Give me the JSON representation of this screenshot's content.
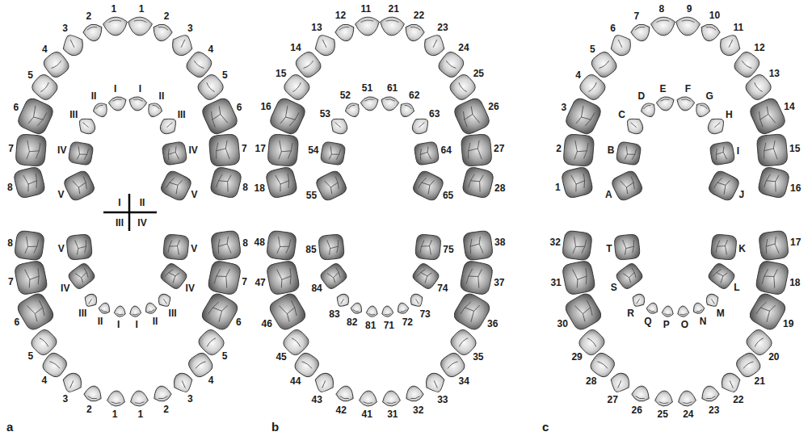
{
  "diagram": {
    "labels": [
      "1",
      "2",
      "3",
      "4",
      "5",
      "6",
      "7",
      "8",
      "1",
      "2",
      "3",
      "4",
      "5",
      "6",
      "7",
      "8",
      "I",
      "II",
      "III",
      "IV",
      "V",
      "I",
      "II",
      "III",
      "IV",
      "V",
      "1",
      "2",
      "3",
      "4",
      "5",
      "6",
      "7",
      "8",
      "1",
      "2",
      "3",
      "4",
      "5",
      "6",
      "7",
      "8",
      "I",
      "II",
      "III",
      "IV",
      "V",
      "I",
      "II",
      "III",
      "IV",
      "V",
      "I",
      "II",
      "III",
      "IV",
      "a",
      "11",
      "12",
      "13",
      "14",
      "15",
      "16",
      "17",
      "18",
      "21",
      "22",
      "23",
      "24",
      "25",
      "26",
      "27",
      "28",
      "51",
      "52",
      "53",
      "54",
      "55",
      "61",
      "62",
      "63",
      "64",
      "65",
      "41",
      "42",
      "43",
      "44",
      "45",
      "46",
      "47",
      "48",
      "31",
      "32",
      "33",
      "34",
      "35",
      "36",
      "37",
      "38",
      "81",
      "82",
      "83",
      "84",
      "85",
      "71",
      "72",
      "73",
      "74",
      "75",
      "b",
      "8",
      "7",
      "6",
      "5",
      "4",
      "3",
      "2",
      "1",
      "9",
      "10",
      "11",
      "12",
      "13",
      "14",
      "15",
      "16",
      "E",
      "D",
      "C",
      "B",
      "A",
      "F",
      "G",
      "H",
      "I",
      "J",
      "25",
      "26",
      "27",
      "28",
      "29",
      "30",
      "31",
      "32",
      "24",
      "23",
      "22",
      "21",
      "20",
      "19",
      "18",
      "17",
      "P",
      "Q",
      "R",
      "S",
      "T",
      "O",
      "N",
      "M",
      "L",
      "K",
      "c"
    ]
  }
}
